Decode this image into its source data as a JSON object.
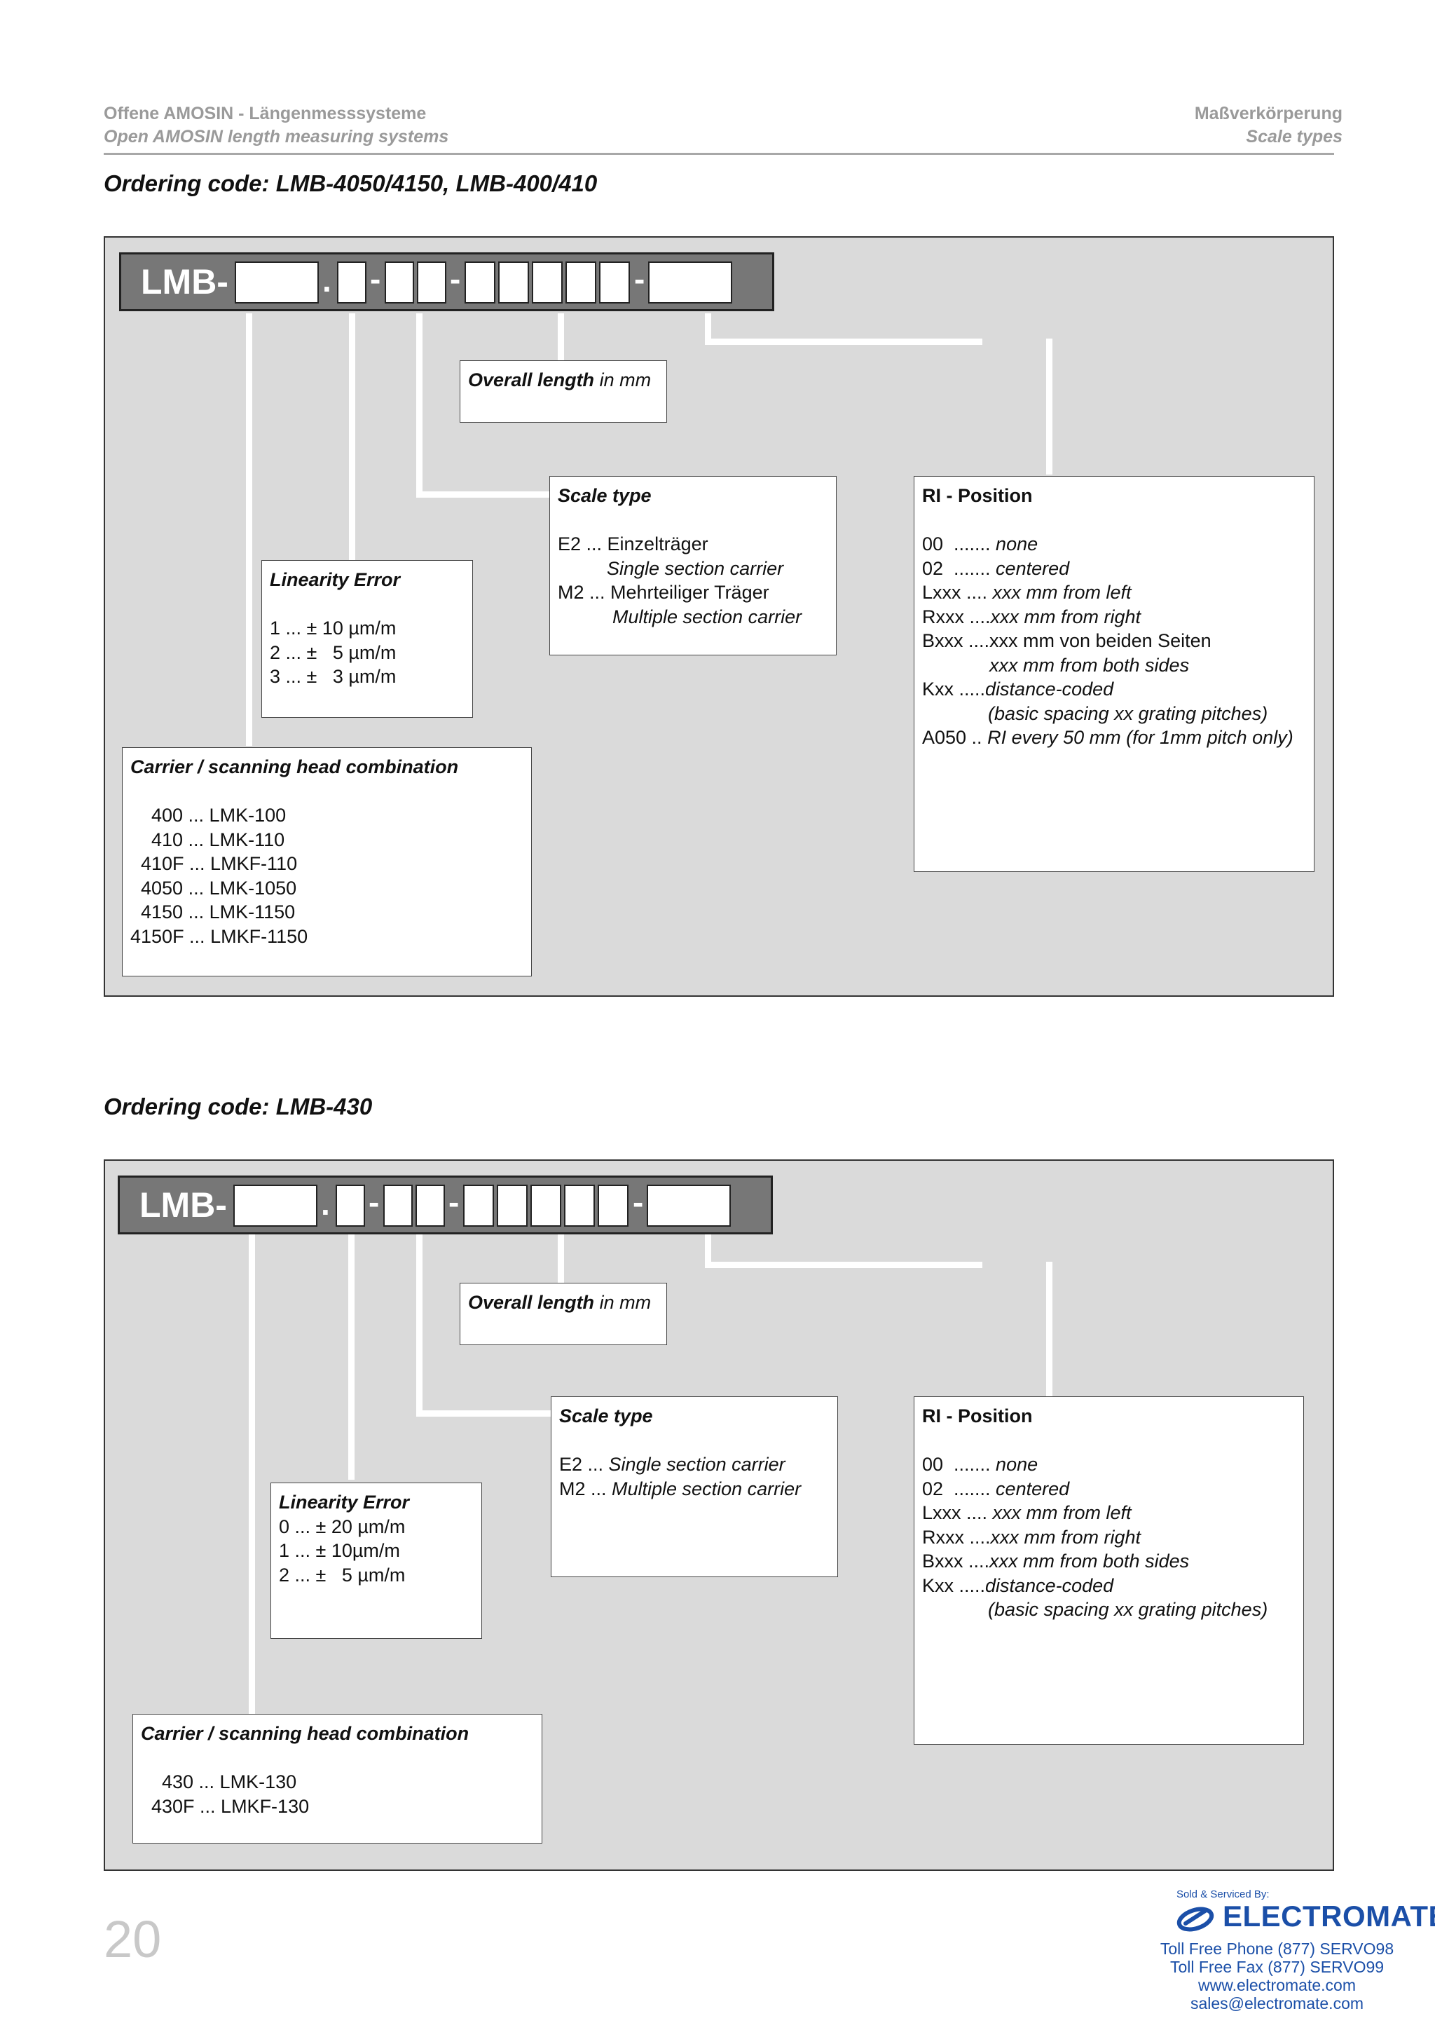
{
  "header": {
    "left_de": "Offene AMOSIN - Längenmesssysteme",
    "left_en": "Open AMOSIN length measuring systems",
    "right_de": "Maßverkörperung",
    "right_en": "Scale types"
  },
  "section1": {
    "title": "Ordering code: LMB-4050/4150, LMB-400/410",
    "code_prefix": "LMB-",
    "dot": ".",
    "dash": "-",
    "overall_length": {
      "title": "Overall length",
      "unit": " in mm"
    },
    "scale_type": {
      "title": "Scale type",
      "l1": "E2 ... Einzelträger",
      "l2": "Single section carrier",
      "l3": "M2 ... Mehrteiliger Träger",
      "l4": "Multiple section carrier"
    },
    "linearity": {
      "title": "Linearity Error",
      "l1": "1 ... ± 10 µm/m",
      "l2": "2 ... ±   5 µm/m",
      "l3": "3 ... ±   3 µm/m"
    },
    "carrier": {
      "title": "Carrier / scanning head combination",
      "l1": "400 ... LMK-100",
      "l2": "410 ... LMK-110",
      "l3": "410F ... LMKF-110",
      "l4": "4050 ... LMK-1050",
      "l5": "4150 ... LMK-1150",
      "l6": "4150F ... LMKF-1150"
    },
    "ri": {
      "title": "RI - Position",
      "r1a": "00  ....... ",
      "r1b": "none",
      "r2a": "02  ....... ",
      "r2b": "centered",
      "r3a": "Lxxx .... ",
      "r3b": "xxx mm from left",
      "r4a": "Rxxx ....",
      "r4b": "xxx mm from right",
      "r5": "Bxxx ....xxx mm von beiden Seiten",
      "r6": "xxx mm from both sides",
      "r7a": "Kxx .....",
      "r7b": "distance-coded",
      "r8": "(basic spacing xx grating pitches)",
      "r9a": "A050 .. ",
      "r9b": "RI every 50 mm (for 1mm pitch only)"
    }
  },
  "section2": {
    "title": "Ordering code: LMB-430",
    "code_prefix": "LMB-",
    "dot": ".",
    "dash": "-",
    "overall_length": {
      "title": "Overall length",
      "unit": " in mm"
    },
    "scale_type": {
      "title": "Scale type",
      "l1a": "E2 ... ",
      "l1b": "Single section carrier",
      "l2a": "M2 ... ",
      "l2b": "Multiple section carrier"
    },
    "linearity": {
      "title": "Linearity Error",
      "l1": "0 ... ± 20 µm/m",
      "l2": "1 ... ± 10µm/m",
      "l3": "2 ... ±   5 µm/m"
    },
    "carrier": {
      "title": "Carrier / scanning head combination",
      "l1": "430 ... LMK-130",
      "l2": "430F ... LMKF-130"
    },
    "ri": {
      "title": "RI - Position",
      "r1a": "00  ....... ",
      "r1b": "none",
      "r2a": "02  ....... ",
      "r2b": "centered",
      "r3a": "Lxxx .... ",
      "r3b": "xxx mm from left",
      "r4a": "Rxxx ....",
      "r4b": "xxx mm from right",
      "r5a": "Bxxx ....",
      "r5b": "xxx mm from both sides",
      "r6a": "Kxx .....",
      "r6b": "distance-coded",
      "r7": "(basic spacing xx grating pitches)"
    }
  },
  "footer": {
    "page_number": "20",
    "sold_by": "Sold & Serviced By:",
    "brand": "ELECTROMATE",
    "phone": "Toll Free Phone  (877) SERVO98",
    "fax": "Toll Free Fax  (877) SERVO99",
    "web": "www.electromate.com",
    "email": "sales@electromate.com",
    "brand_color": "#1b4fa8"
  }
}
